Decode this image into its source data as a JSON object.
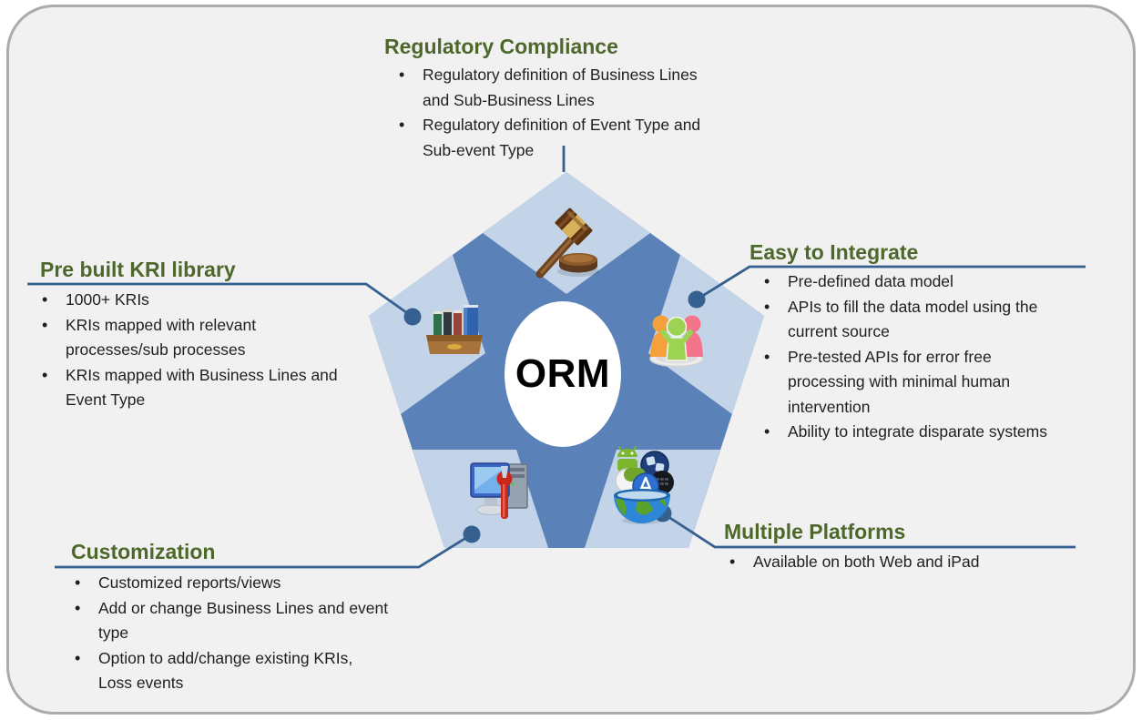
{
  "diagram": {
    "center_label": "ORM",
    "colors": {
      "heading_green": "#4e682c",
      "body_text": "#1f1f1f",
      "pentagon_dark_blue": "#5a82b9",
      "pentagon_light_blue": "#c3d4e9",
      "connector_blue": "#36608f",
      "background": "#f1f1f1",
      "frame_border": "#ababab"
    },
    "sections": [
      {
        "id": "regulatory-compliance",
        "title": "Regulatory Compliance",
        "icon": "gavel-icon",
        "bullets": [
          "Regulatory definition of Business Lines\nand Sub-Business Lines",
          "Regulatory definition of Event Type and\nSub-event Type"
        ]
      },
      {
        "id": "easy-to-integrate",
        "title": "Easy to Integrate",
        "icon": "people-group-icon",
        "bullets": [
          "Pre-defined data model",
          "APIs to fill the data model using the\ncurrent source",
          "Pre-tested APIs for error free\nprocessing with minimal human\nintervention",
          "Ability to integrate disparate systems"
        ]
      },
      {
        "id": "multiple-platforms",
        "title": "Multiple Platforms",
        "icon": "globe-apps-icon",
        "bullets": [
          "Available on both Web and iPad"
        ]
      },
      {
        "id": "customization",
        "title": "Customization",
        "icon": "computer-wrench-icon",
        "bullets": [
          "Customized reports/views",
          "Add or change Business Lines and event\ntype",
          "Option to add/change existing KRIs,\nLoss events"
        ]
      },
      {
        "id": "pre-built-kri-library",
        "title": "Pre built KRI library",
        "icon": "books-icon",
        "bullets": [
          "1000+ KRIs",
          "KRIs mapped with relevant\nprocesses/sub processes",
          "KRIs mapped with Business Lines and\nEvent Type"
        ]
      }
    ]
  }
}
